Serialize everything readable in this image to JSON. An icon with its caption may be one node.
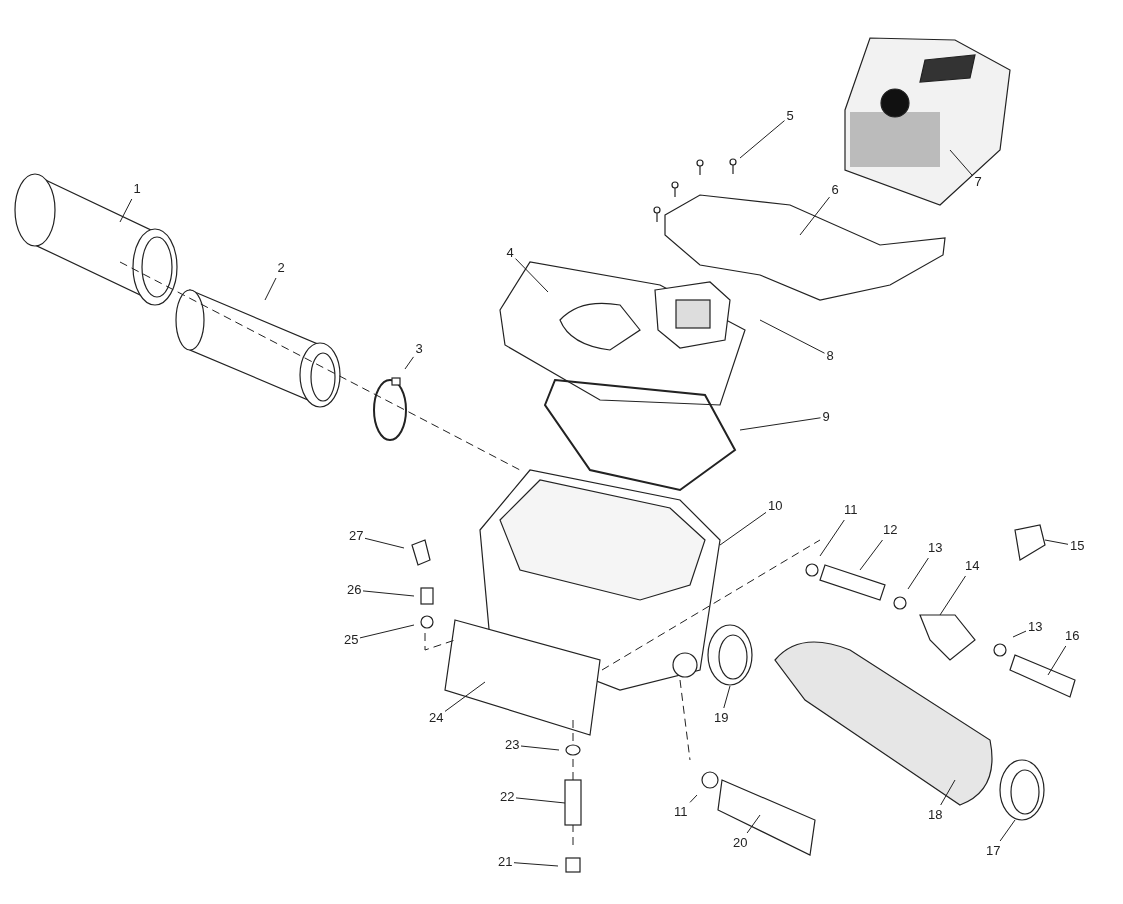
{
  "diagram": {
    "nodes": [
      {
        "text": [
          "1"
        ]
      },
      {
        "text": [
          "2"
        ]
      },
      {
        "text": [
          "3"
        ]
      },
      {
        "text": [
          "4"
        ]
      },
      {
        "text": [
          "5"
        ]
      },
      {
        "text": [
          "6"
        ]
      },
      {
        "text": [
          "7"
        ]
      },
      {
        "text": [
          "8"
        ]
      },
      {
        "text": [
          "9"
        ]
      },
      {
        "text": [
          "10"
        ]
      },
      {
        "text": [
          "11"
        ]
      },
      {
        "text": [
          "12"
        ]
      },
      {
        "text": [
          "13"
        ]
      },
      {
        "text": [
          "14"
        ]
      },
      {
        "text": [
          "15"
        ]
      },
      {
        "text": [
          "13"
        ]
      },
      {
        "text": [
          "16"
        ]
      },
      {
        "text": [
          "19"
        ]
      },
      {
        "text": [
          "17"
        ]
      },
      {
        "text": [
          "18"
        ]
      },
      {
        "text": [
          "11"
        ]
      },
      {
        "text": [
          "20"
        ]
      },
      {
        "text": [
          "21"
        ]
      },
      {
        "text": [
          "22"
        ]
      },
      {
        "text": [
          "23"
        ]
      },
      {
        "text": [
          "24"
        ]
      },
      {
        "text": [
          "25"
        ]
      },
      {
        "text": [
          "26"
        ]
      },
      {
        "text": [
          "27"
        ]
      }
    ],
    "edges": [
      {
        "from": 0,
        "to": null,
        "arrow": "none"
      },
      {
        "from": 1,
        "to": null,
        "arrow": "none"
      },
      {
        "from": 2,
        "to": null,
        "arrow": "none"
      },
      {
        "from": 3,
        "to": null,
        "arrow": "none"
      },
      {
        "from": 4,
        "to": null,
        "arrow": "none"
      },
      {
        "from": 5,
        "to": null,
        "arrow": "none"
      },
      {
        "from": 6,
        "to": null,
        "arrow": "none"
      },
      {
        "from": 7,
        "to": null,
        "arrow": "none"
      },
      {
        "from": 8,
        "to": null,
        "arrow": "none"
      },
      {
        "from": 9,
        "to": null,
        "arrow": "none"
      },
      {
        "from": 10,
        "to": null,
        "arrow": "none"
      },
      {
        "from": 11,
        "to": null,
        "arrow": "none"
      },
      {
        "from": 12,
        "to": null,
        "arrow": "none"
      },
      {
        "from": 13,
        "to": null,
        "arrow": "none"
      },
      {
        "from": 14,
        "to": null,
        "arrow": "none"
      },
      {
        "from": 15,
        "to": null,
        "arrow": "none"
      },
      {
        "from": 16,
        "to": null,
        "arrow": "none"
      },
      {
        "from": 17,
        "to": null,
        "arrow": "none"
      },
      {
        "from": 18,
        "to": null,
        "arrow": "none"
      },
      {
        "from": 19,
        "to": null,
        "arrow": "none"
      },
      {
        "from": 20,
        "to": null,
        "arrow": "none"
      },
      {
        "from": 21,
        "to": null,
        "arrow": "none"
      },
      {
        "from": 22,
        "to": null,
        "arrow": "none"
      },
      {
        "from": 23,
        "to": null,
        "arrow": "none"
      },
      {
        "from": 24,
        "to": null,
        "arrow": "none"
      },
      {
        "from": 25,
        "to": null,
        "arrow": "none"
      },
      {
        "from": 26,
        "to": null,
        "arrow": "none"
      },
      {
        "from": 27,
        "to": null,
        "arrow": "none"
      },
      {
        "from": 28,
        "to": null,
        "arrow": "none"
      }
    ]
  }
}
